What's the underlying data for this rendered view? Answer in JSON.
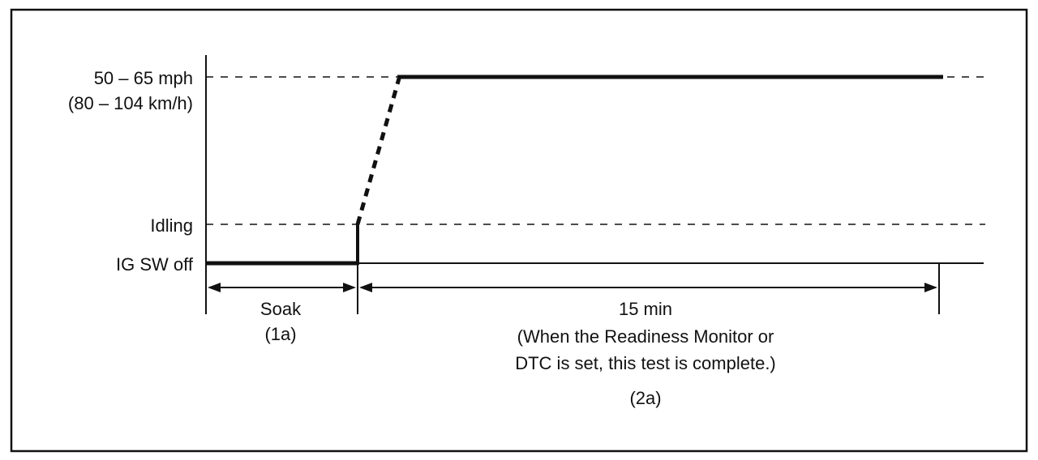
{
  "levels": {
    "speed_line1": "50 – 65 mph",
    "speed_line2": "(80 – 104 km/h)",
    "idling": "Idling",
    "ig_sw_off": "IG SW off"
  },
  "phases": {
    "soak": {
      "label": "Soak",
      "code": "(1a)"
    },
    "drive": {
      "duration": "15 min",
      "note_line1": "(When the Readiness Monitor or",
      "note_line2": "DTC is set, this test is complete.)",
      "code": "(2a)"
    }
  },
  "colors": {
    "ink": "#111111",
    "background": "#ffffff"
  }
}
